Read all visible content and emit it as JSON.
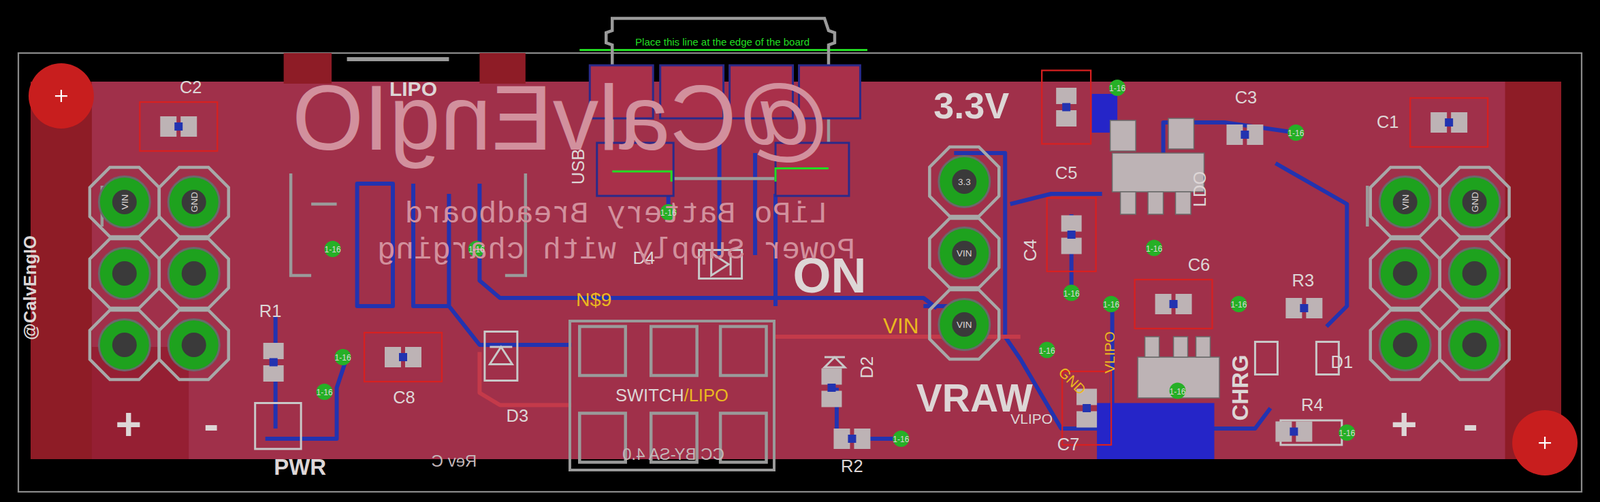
{
  "diagram": {
    "nodes": [
      {
        "text": [
          "SWITCH",
          "/LIPO"
        ]
      }
    ],
    "labels": [
      "Place this line at the edge of the board",
      "LIPO",
      "3.3V",
      "C2",
      "C3",
      "C1",
      "C5",
      "LDO",
      "USB",
      "C4",
      "D4",
      "ON",
      "C6",
      "R3",
      "N$9",
      "VIN",
      "R1",
      "D1",
      "D2",
      "C8",
      "D3",
      "GND",
      "VLIPO",
      "VRAW",
      "CHRG",
      "VLIPO",
      "C7",
      "R4",
      "R2",
      "PWR",
      "+",
      "-",
      "+",
      "-",
      "@CalvEngIO",
      "@CalvEngIO",
      "LiPo Battery Breadboard",
      "Power Supply with charging",
      "CC BY-SA 4.0",
      "Rev C",
      "VIN",
      "GND",
      "VIN",
      "GND",
      "3.3",
      "VIN",
      "VIN",
      "1-16",
      "1-16",
      "1-16",
      "1-16",
      "1-16",
      "1-16",
      "1-16",
      "1-16",
      "1-16",
      "1-16",
      "1-16",
      "1-16",
      "1-16",
      "1-16",
      "1-16"
    ]
  }
}
